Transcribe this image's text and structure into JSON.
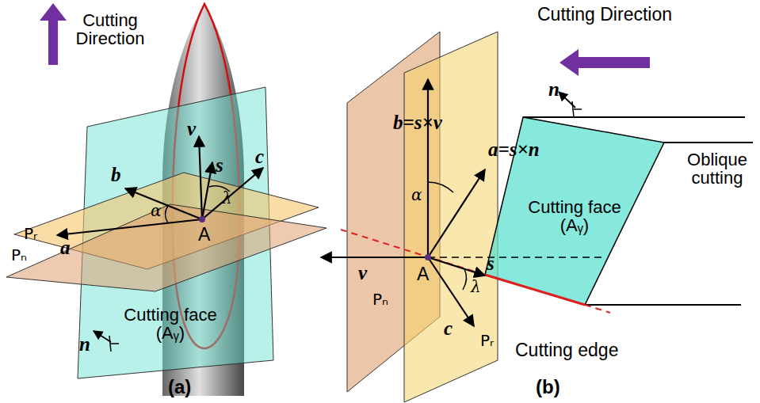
{
  "diagram": {
    "labels": [
      "Cutting Direction",
      "v",
      "s",
      "c",
      "b",
      "α",
      "λ",
      "A",
      "a",
      "Pᵣ",
      "Pₙ",
      "Cutting face (Aᵧ)",
      "n",
      "(a)",
      "Cutting Direction",
      "b=s×v",
      "α",
      "a=s×n",
      "n",
      "Cutting face (Aᵧ)",
      "Oblique cutting",
      "v",
      "A",
      "s",
      "λ",
      "c",
      "Pₙ",
      "Pᵣ",
      "Cutting edge",
      "(b)"
    ]
  }
}
